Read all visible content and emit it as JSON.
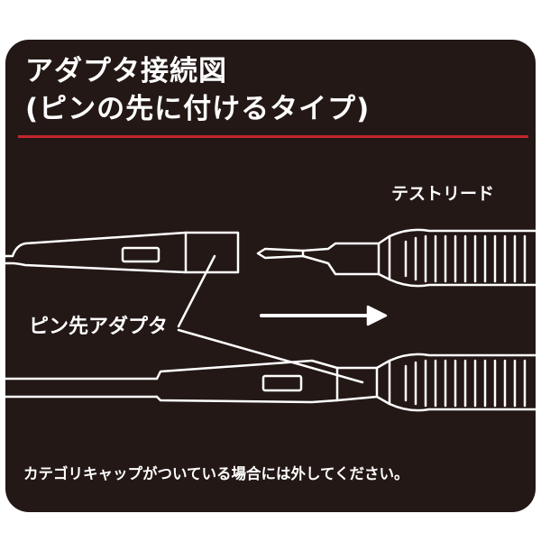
{
  "diagram": {
    "title_line1": "アダプタ接続図",
    "title_line2": "(ピンの先に付けるタイプ)",
    "label_test_lead": "テストリード",
    "label_adapter": "ピン先アダプタ",
    "caption": "カテゴリキャップがついている場合には外してください。"
  },
  "colors": {
    "background": "#231816",
    "foreground": "#ffffff",
    "accent_rule": "#c1272d"
  }
}
